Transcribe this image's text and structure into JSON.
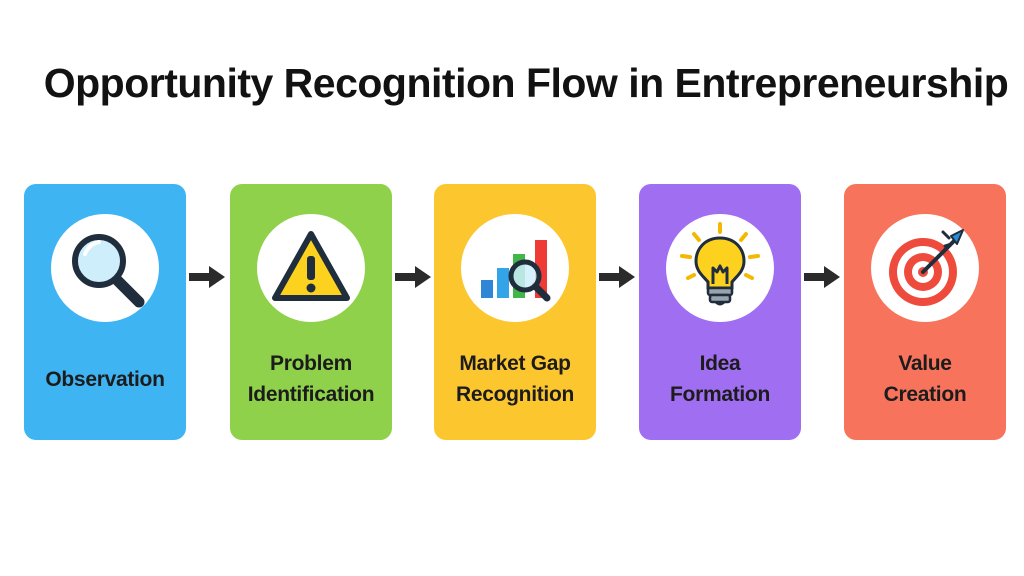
{
  "title": "Opportunity Recognition Flow in Entrepreneurship",
  "colors": {
    "observation": "#3eb4f3",
    "problem": "#8fd14a",
    "market_gap": "#fcc72e",
    "idea": "#a06ef0",
    "value": "#f7735c",
    "arrow": "#2b2b2b"
  },
  "steps": [
    {
      "icon": "magnifying-glass-icon",
      "lines": [
        "Observation"
      ]
    },
    {
      "icon": "warning-icon",
      "lines": [
        "Problem",
        "Identification"
      ]
    },
    {
      "icon": "bar-chart-magnifier-icon",
      "lines": [
        "Market Gap",
        "Recognition"
      ]
    },
    {
      "icon": "lightbulb-icon",
      "lines": [
        "Idea",
        "Formation"
      ]
    },
    {
      "icon": "target-icon",
      "lines": [
        "Value",
        "Creation"
      ]
    }
  ]
}
